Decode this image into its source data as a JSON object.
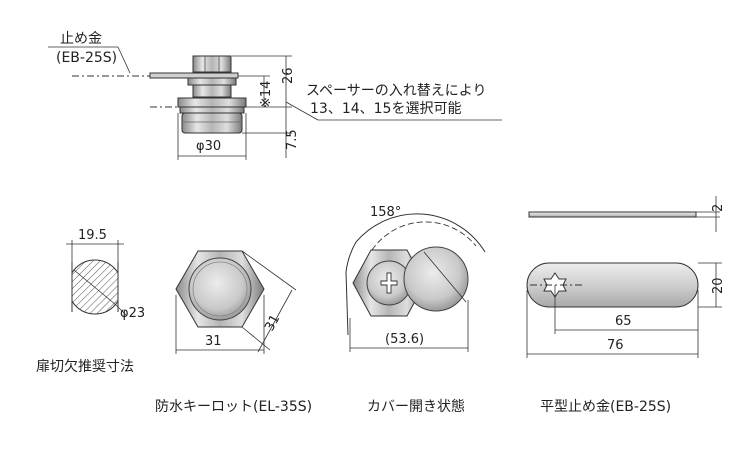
{
  "side_view": {
    "fastener_label": "止め金",
    "fastener_code": "(EB-25S)",
    "dim_height": "26",
    "dim_spacer": "※14",
    "dim_bottom": "7.5",
    "dim_diameter": "φ30",
    "note_line1": "スペーサーの入れ替えにより",
    "note_line2": "13、14、15を選択可能"
  },
  "cutout": {
    "dim_flat": "19.5",
    "dim_diameter": "φ23",
    "caption": "扉切欠推奨寸法"
  },
  "key_lock": {
    "dim_width": "31",
    "dim_diagonal": "31",
    "caption": "防水キーロット(EL-35S)"
  },
  "cover_open": {
    "dim_angle": "158°",
    "dim_length": "(53.6)",
    "caption": "カバー開き状態"
  },
  "flat_fastener": {
    "dim_thickness": "2",
    "dim_height": "20",
    "dim_hole": "65",
    "dim_length": "76",
    "caption": "平型止め金(EB-25S)"
  },
  "colors": {
    "metal_light": "#d8d8d8",
    "metal_mid": "#a8a8a8",
    "metal_dark": "#6e6e6e",
    "line": "#333333"
  }
}
